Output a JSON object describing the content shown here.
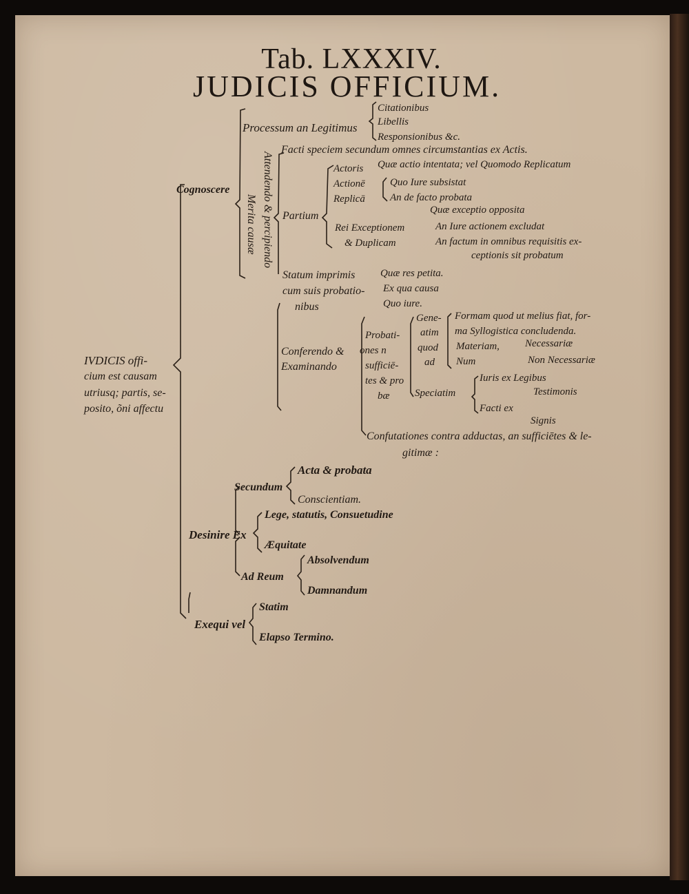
{
  "title": "Tab. LXXXIV.",
  "subtitle": "JUDICIS OFFICIUM.",
  "root": [
    "IVDICIS offi-",
    "cium est causam",
    "utriusq; partis, se-",
    "posito, õni affectu"
  ],
  "cognoscere": {
    "label": "Cognoscere",
    "processum": "Processum an Legitimus",
    "processum_items": [
      "Citationibus",
      "Libellis",
      "Responsionibus &c."
    ],
    "attendendo": "Attendendo & percipiendo",
    "merita": "Merita causæ",
    "facti": "Facti speciem secundum omnes circumstantias ex Actis.",
    "partium": "Partium",
    "actoris_labels": [
      "Actoris",
      "Actionē",
      "Replicā"
    ],
    "actoris_items": [
      "Quæ actio intentata; vel Quomodo Replicatum",
      "Quo Iure subsistat",
      "An de facto probata"
    ],
    "rei_labels": [
      "Rei Exceptionem",
      "& Duplicam"
    ],
    "rei_items": [
      "Quæ exceptio opposita",
      "An Iure actionem excludat",
      "An factum in omnibus requisitis ex-",
      "ceptionis sit probatum"
    ],
    "statum": [
      "Statum imprimis",
      "cum suis probatio-",
      "nibus"
    ],
    "statum_items": [
      "Quæ res petita.",
      "Ex qua causa",
      "Quo iure."
    ],
    "conferendo": [
      "Conferendo & ",
      "Examinando"
    ],
    "probationes": [
      "Probati-",
      "ones n",
      "sufficiē-",
      "tes & pro",
      "bæ"
    ],
    "generatim": [
      "Gene-",
      "atim",
      "quod",
      "ad"
    ],
    "forma": [
      "Formam quod ut melius fiat, for-",
      "ma Syllogistica concludenda."
    ],
    "materiam": "Materiam,",
    "num": "Num",
    "necessariae": "Necessariæ",
    "non_necessariae": "Non Necessariæ",
    "speciatim": "Speciatim",
    "iuris": "Iuris ex Legibus",
    "facti_ex": "Facti ex",
    "testimonia": "Testimonis",
    "signis": "Signis",
    "confutationes": [
      "Confutationes contra adductas, an sufficiētes & le-",
      "gitimæ :"
    ]
  },
  "definire": {
    "label": "Desinire Ex",
    "secundum": "Secundum",
    "secundum_items": [
      "Acta & probata",
      "Conscientiam."
    ],
    "ex_items": [
      "Lege, statutis, Consuetudine",
      "Æquitate"
    ],
    "ad_reum": "Ad Reum",
    "ad_reum_items": [
      "Absolvendum",
      "Damnandum"
    ]
  },
  "exequi": {
    "label": "Exequi vel",
    "items": [
      "Statim",
      "Elapso Termino."
    ]
  },
  "colors": {
    "paper": "#cdb9a1",
    "ink": "#221a14",
    "background": "#0d0a08"
  }
}
